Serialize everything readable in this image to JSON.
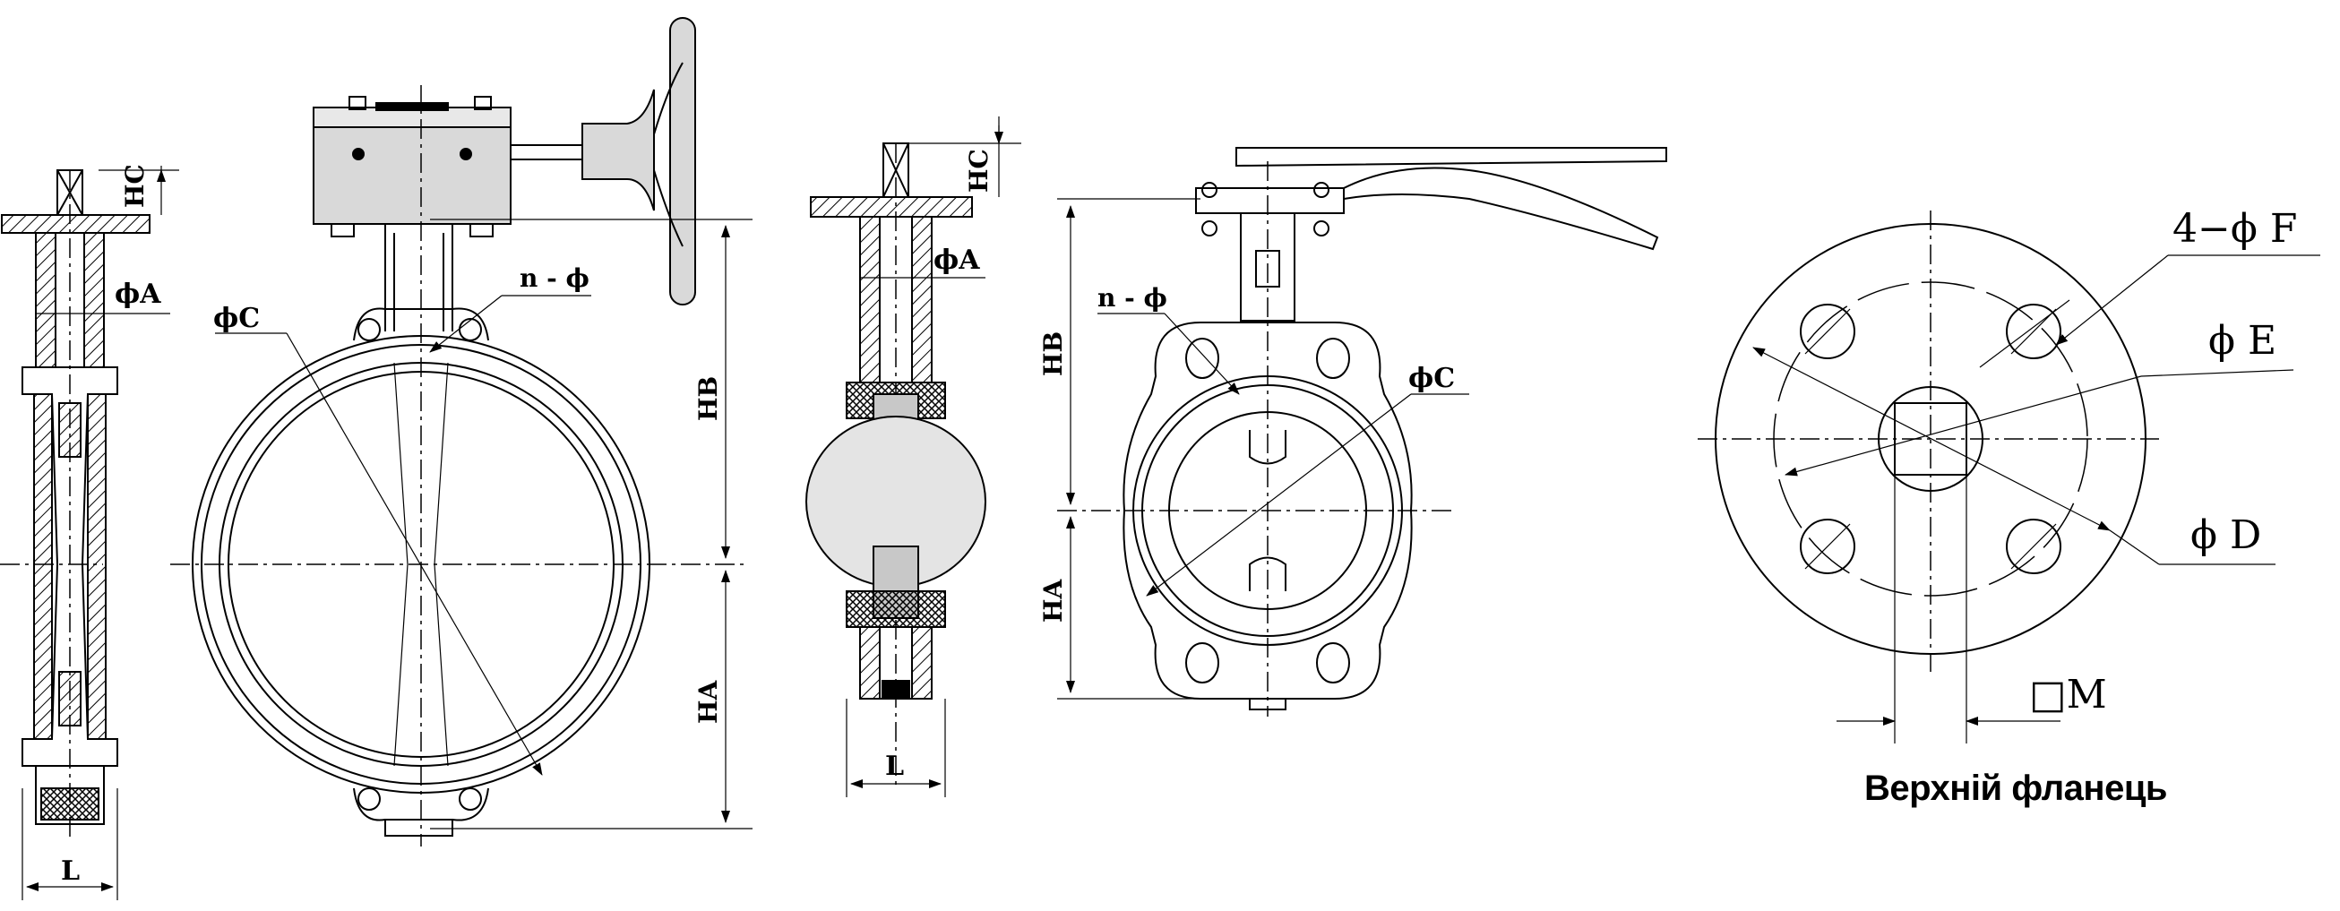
{
  "views": {
    "gear_side": {
      "hc": "HC",
      "phi_a": "ϕA",
      "l": "L"
    },
    "gear_front": {
      "n_phi": "n - ϕ",
      "phi_c": "ϕC",
      "hb": "HB",
      "ha": "HA"
    },
    "lever_side": {
      "hc": "HC",
      "phi_a": "ϕA",
      "l": "L"
    },
    "lever_front": {
      "n_phi": "n - ϕ",
      "phi_c": "ϕC",
      "hb": "HB",
      "ha": "HA"
    },
    "top_flange": {
      "f_label": "4−ϕ F",
      "e_label": "ϕ E",
      "d_label": "ϕ D",
      "m_label": "□M",
      "caption": "Верхній фланець"
    }
  },
  "colors": {
    "line": "#000000",
    "background": "#ffffff"
  }
}
